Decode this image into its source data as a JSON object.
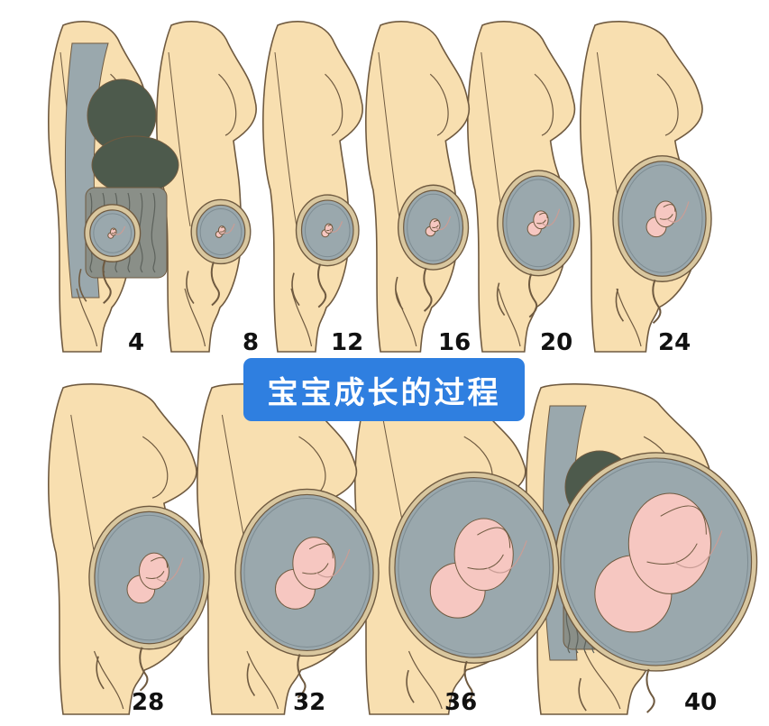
{
  "title": "宝宝成长的过程",
  "stages": [
    {
      "week": "4",
      "fetus_scale": 0.06,
      "anatomy": true
    },
    {
      "week": "8",
      "fetus_scale": 0.1,
      "anatomy": false
    },
    {
      "week": "12",
      "fetus_scale": 0.14,
      "anatomy": false
    },
    {
      "week": "16",
      "fetus_scale": 0.22,
      "anatomy": false
    },
    {
      "week": "20",
      "fetus_scale": 0.34,
      "anatomy": false
    },
    {
      "week": "24",
      "fetus_scale": 0.46,
      "anatomy": false
    },
    {
      "week": "28",
      "fetus_scale": 0.56,
      "anatomy": false
    },
    {
      "week": "32",
      "fetus_scale": 0.7,
      "anatomy": false
    },
    {
      "week": "36",
      "fetus_scale": 0.84,
      "anatomy": false
    },
    {
      "week": "40",
      "fetus_scale": 1.0,
      "anatomy": true
    }
  ],
  "colors": {
    "skin": "#f8dfb0",
    "outline": "#6f5a40",
    "uterus_wall": "#d9c79f",
    "amniotic": "#9aa8ad",
    "fluid_dark": "#7e8c92",
    "fetus": "#f6c7c1",
    "organ_dark": "#4d5a4c",
    "intestine": "#8a8f88",
    "banner": "#2f7fe0",
    "label": "#111111"
  }
}
